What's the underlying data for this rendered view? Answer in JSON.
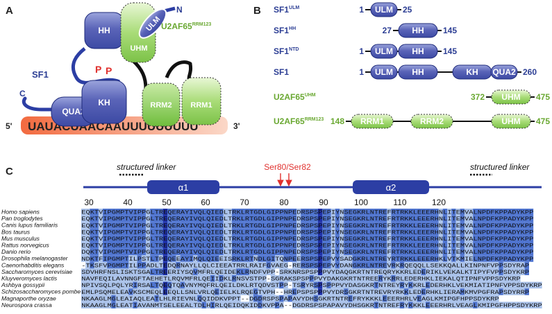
{
  "panels": {
    "a": "A",
    "b": "B",
    "c": "C"
  },
  "panel_a": {
    "five_prime": "5'",
    "three_prime": "3'",
    "rna_sequence": "UAUACUAACAAUUUUUUUUU",
    "c_term": "C",
    "n_term": "N",
    "sf1_label": "SF1",
    "phospho": "P",
    "u2af_label": {
      "main": "U2AF65",
      "sup": "RRM123"
    },
    "domains": {
      "qua2": "QUA2",
      "kh": "KH",
      "hh": "HH",
      "ulm": "ULM",
      "uhm": "UHM",
      "rrm2": "RRM2",
      "rrm1": "RRM1"
    }
  },
  "panel_b": {
    "constructs": [
      {
        "name": "SF1",
        "sup": "ULM",
        "color": "blue",
        "start": "1",
        "end": "25",
        "domains": [
          "ULM"
        ]
      },
      {
        "name": "SF1",
        "sup": "HH",
        "color": "blue",
        "start": "27",
        "end": "145",
        "domains": [
          "HH"
        ]
      },
      {
        "name": "SF1",
        "sup": "NTD",
        "color": "blue",
        "start": "1",
        "end": "145",
        "domains": [
          "ULM",
          "HH"
        ]
      },
      {
        "name": "SF1",
        "sup": "",
        "color": "blue",
        "start": "1",
        "end": "260",
        "domains": [
          "ULM",
          "HH",
          "KH",
          "QUA2"
        ]
      },
      {
        "name": "U2AF65",
        "sup": "UHM",
        "color": "green",
        "start": "372",
        "end": "475",
        "domains": [
          "UHM"
        ]
      },
      {
        "name": "U2AF65",
        "sup": "RRM123",
        "color": "green",
        "start": "148",
        "end": "475",
        "domains": [
          "RRM1",
          "RRM2",
          "UHM"
        ]
      }
    ]
  },
  "panel_c": {
    "linker_left": "structured linker",
    "linker_right": "structured linker",
    "phospho_label": "Ser80/Ser82",
    "helix1": "α1",
    "helix2": "α2",
    "residue_numbers": [
      "30",
      "40",
      "50",
      "60",
      "70",
      "80",
      "90",
      "100",
      "110",
      "120"
    ],
    "alignment": [
      {
        "species": "Homo sapiens",
        "seq": "EQKTVIPGMPTVIPPGLTREQERAYIVQLQIEDLTRKLRTGDLGIPPNPEDRSPSPEPIYNSEGKRLNTREFRTRKKLEEERHNLITEMVALNPDFKPPADYKPP"
      },
      {
        "species": "Pan troglodytes",
        "seq": "EQKTVIPGMPTVIPPGLTREQERAYIVQLQIEDLTRKLRTGDLGIPPNPEDRSPSPEPIYNSEGKRLNTREFRTRKKLEEERHNLITEMVALNPDFKPPADYKPP"
      },
      {
        "species": "Canis lupus familiaris",
        "seq": "EQKTVIPGMPTVIPPGLTREQERAYIVQLQIEDLTRKLRTGDLGIPPNPEDRSPSPEPIYNSEGKRLNTREFRTRKKLEEERHNLITEMVALNPDFKPPADYKPP"
      },
      {
        "species": "Bos taurus",
        "seq": "EQKTVIPGMPTVIPPGLTREQERAYIVQLQIEDLTRKLRTGDLGIPPNPEDRSPSPEPIYNSEGKRLNTREFRTRKKLEEERHNLITEMVALNPDFKPPADYKPP"
      },
      {
        "species": "Mus musculus",
        "seq": "EQKTVIPGMPTVIPPGLTREQERAYIVQLQIEDLTRKLRTGDLGIPPNPEDRSPSPEPIYNSEGKRLNTREFRTRKKLEEERHNLITEMVALNPDFKPPADYKPP"
      },
      {
        "species": "Rattus norvegicus",
        "seq": "EQKTVIPGMPTVIPPGLTREQERAYIVQLQIEDLTRKLRTGDLGIPPNPEDRSPSPEPIYNSEGKRLNTREFRTRKKLEEERHNLITEMVALNPDFKPPADYKPP"
      },
      {
        "species": "Danio rerio",
        "seq": "DQKTVIPGMPTVIPPGLTREQERAYIVQLQIEDLTRKLRTGDLGIPPNPEDRSPSPEPIYNSEGKRLNTREFRTRKKLEEERHNLITEMVALNPDFKPPADYKPP"
      },
      {
        "species": "Drosophila melanogaster",
        "seq": "NDKTFIPGMPTILPSTLTPEQEEAYIMQLQIEEISRKLRTNDLGITQNPEERSPSPEPVYSADGKRLNTREYRTRKKLEEERHKLVTKMIELNPDFKPPADYKPP"
      },
      {
        "species": "Caenorhabditis elegans",
        "seq": "-TKSFVPGMPTILPPADLTEDQRNAYLLQLCIEEATRRLRAIFGVAEG-RERSPSPEPVYDANGKRLNTREVRKRQEQQLLSEKKQALLKINPNFVPPSDYRAP"
      },
      {
        "species": "Saccharomyces cerevisiae",
        "seq": "SDVHRFNSLISKTSGALTREERIYSQVMFRLQEIDEKLRNDFVPP-SRKNRSPSPPPVYDAQGKRTNTREQRYKKRLEDERIKLVEKALKTIPYFVPPSDYKRP"
      },
      {
        "species": "Kluyveromyces lactis",
        "seq": "NAVFEQILAVNNGFTAEHETLRQVMFRLQEIIDKLRNSVSTPP-SGRAKSPSPPPVYDAKGKRTNTREERYKRRLEDERHKLIEKALQTIPNFVPPSDYKRP"
      },
      {
        "species": "Ashbya gossypii",
        "seq": "NPIVSQLPQLYRIRSALTQEQTQAVNYMQFRLQEILDKLRTQDVSTPP-TSRYRSPSPPPVYDASGKRTNTREYRYKKRLEDERHKLVEKMIATIPNFVPPSDYKRP"
      },
      {
        "species": "Schizosaccharomyces pombe",
        "seq": "EMLPSQMELEAVKSCMEQLEEQLLSNLVRLQEIELKLRQEGTVPH--HREPSPSPPPVYDRSGKRTNTREVRYRKKLEDERHKLIERAMKMVPGFRAPSDYRRP"
      },
      {
        "species": "Magnaporthe oryzae",
        "seq": "NKAAGLMGLEAIAQLEATLHLRIEVNLQQIDDKVPPT--DGDRSPSPAPAVYDHSGKRTNTREFRYKKKLEEERHRLVEAGLKMIPGFHPPSDYKRP"
      },
      {
        "species": "Neurospora crassa",
        "seq": "NKAAGLMGLEATIAVANMTSELEEALTDLHIRLQEIDQKIDDKVPPA--DGDRSPSPAPAVYDHSGKRTNTREFRYKKKLEEERHRLVEAGLKMIPGFHPPSDYKRP"
      }
    ]
  },
  "colors": {
    "sf1_blue": "#2c3e94",
    "u2af_green": "#6aa832",
    "phospho_red": "#e0312e",
    "conservation_high": "#1d2fa8",
    "conservation_mid": "#4f74cf",
    "conservation_low": "#aac2ea"
  }
}
